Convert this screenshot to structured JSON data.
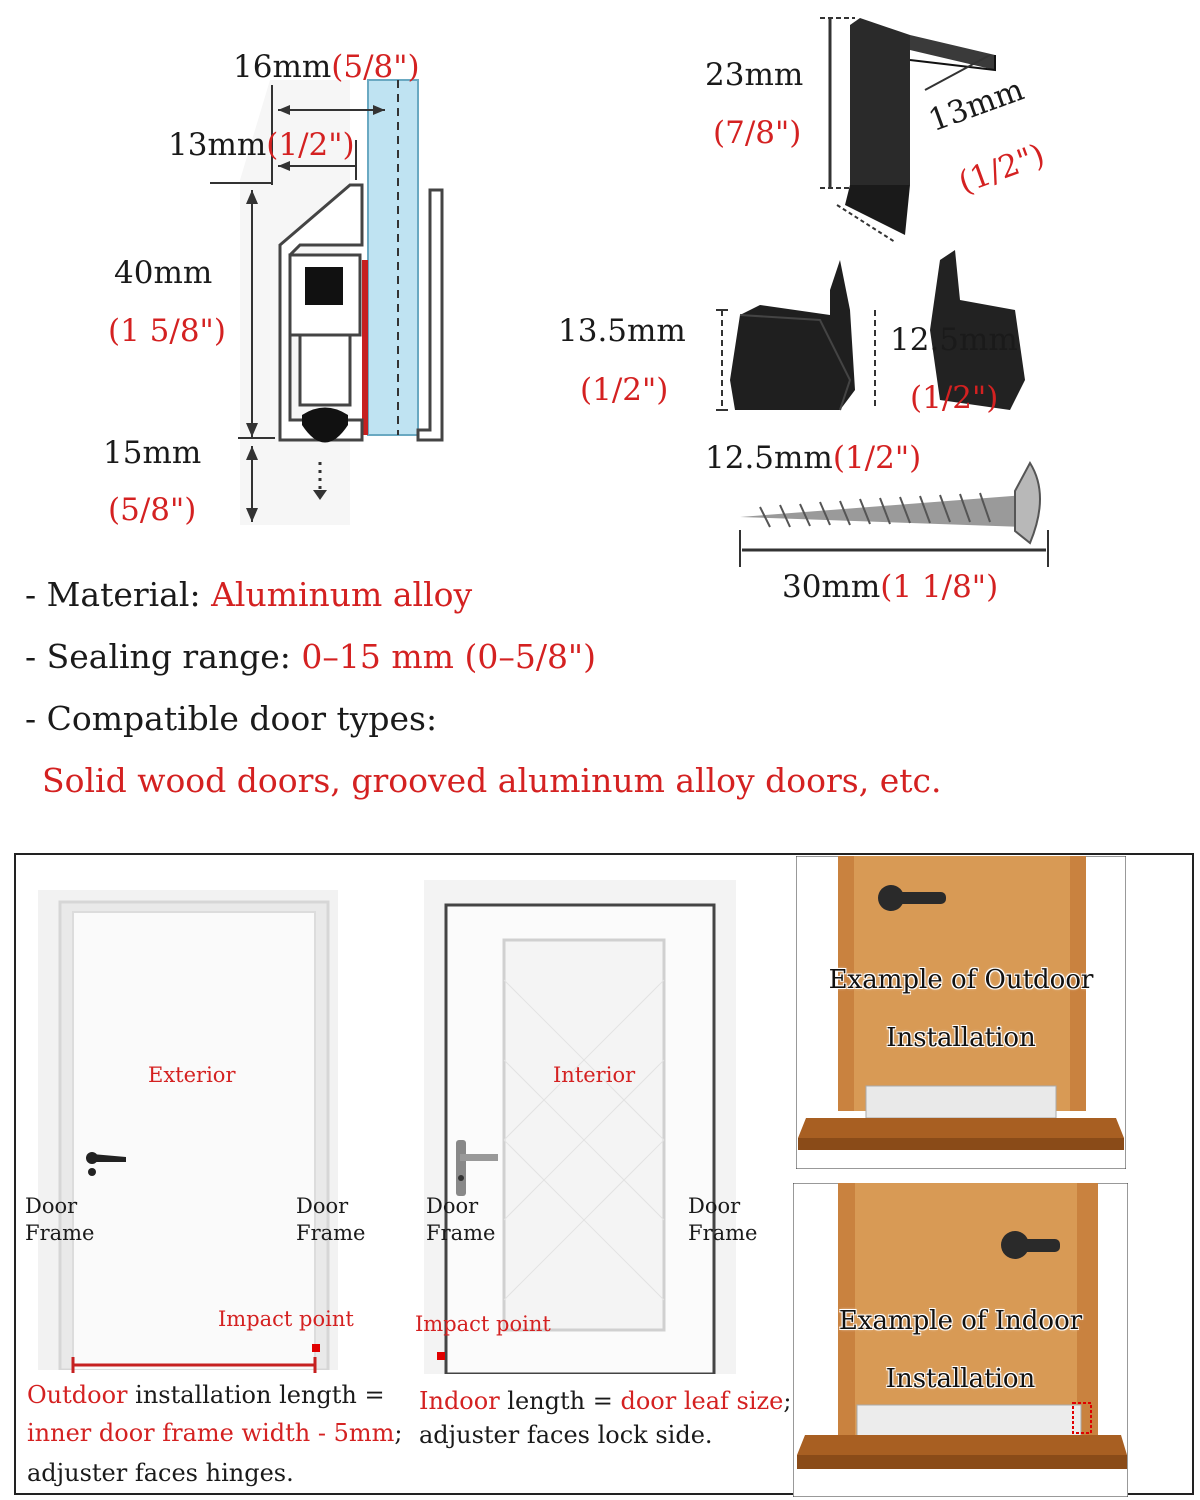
{
  "profile_dims": {
    "width_total": {
      "metric": "16mm",
      "imperial": "(5/8\")"
    },
    "groove_width": {
      "metric": "13mm",
      "imperial": "(1/2\")"
    },
    "height": {
      "metric": "40mm",
      "imperial": "(1 5/8\")"
    },
    "drop": {
      "metric": "15mm",
      "imperial": "(5/8\")"
    }
  },
  "caps_dims": {
    "cap_height": {
      "metric": "23mm",
      "imperial": "(7/8\")"
    },
    "cap_width": {
      "metric": "13mm",
      "imperial": "(1/2\")"
    },
    "end_height": {
      "metric": "13.5mm",
      "imperial": "(1/2\")"
    },
    "end_width": {
      "metric": "12.5mm",
      "imperial": "(1/2\")"
    },
    "end_depth": {
      "metric": "12.5mm",
      "imperial": "(1/2\")"
    },
    "screw_length": {
      "metric": "30mm",
      "imperial": "(1 1/8\")"
    }
  },
  "specs": {
    "material_label": "- Material: ",
    "material_value": "Aluminum alloy",
    "sealing_label": "- Sealing range: ",
    "sealing_value": "0–15 mm (0–5/8\")",
    "compatible_label": "- Compatible door types:",
    "compatible_value": "Solid wood doors, grooved aluminum alloy doors, etc."
  },
  "install": {
    "outdoor_door": {
      "side": "Exterior",
      "frame_left": "Door\nFrame",
      "frame_right": "Door\nFrame",
      "impact": "Impact point"
    },
    "indoor_door": {
      "side": "Interior",
      "frame_left": "Door\nFrame",
      "frame_right": "Door\nFrame",
      "impact": "Impact point"
    },
    "outdoor_caption": {
      "red1": "Outdoor",
      "text1": " installation length =",
      "red2": "inner door frame width - 5mm",
      "text2": ";",
      "text3": "adjuster faces hinges."
    },
    "indoor_caption": {
      "red1": "Indoor",
      "text1": " length = ",
      "red2": "door leaf size",
      "text2": ";",
      "text3": "adjuster faces lock side."
    },
    "example_outdoor": "Example of Outdoor\nInstallation",
    "example_indoor": "Example of Indoor\nInstallation"
  },
  "colors": {
    "accent_red": "#d42121",
    "text": "#1a1a1a",
    "wood": "#b8672a",
    "glass": "#bfe3f2"
  }
}
